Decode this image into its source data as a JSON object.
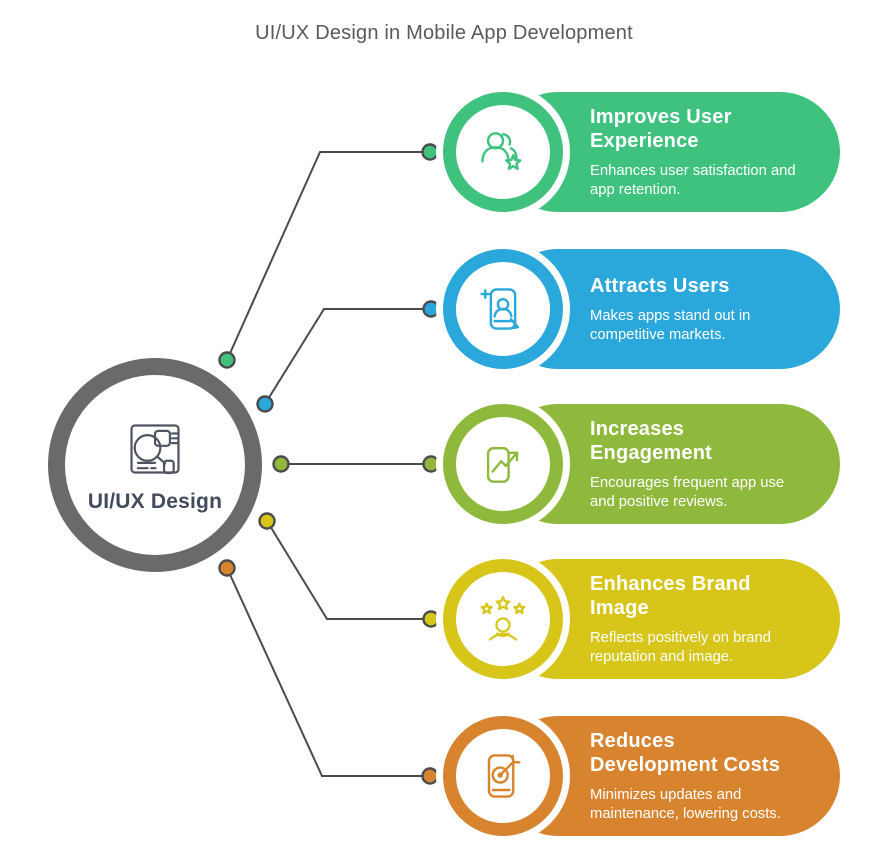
{
  "page": {
    "title": "UI/UX Design in Mobile App Development",
    "title_color": "#58595b",
    "background_color": "#ffffff"
  },
  "center": {
    "label": "UI/UX Design",
    "icon": "wireframe-design-icon",
    "ring_color": "#696a6c",
    "label_color": "#414b5c",
    "icon_color": "#4e5560"
  },
  "connectors": {
    "line_color": "#4b4b4d",
    "dot_stroke_color": "#4b4b4d"
  },
  "cards": [
    {
      "title": "Improves User Experience",
      "description": "Enhances user satisfaction and app retention.",
      "color": "#3fc27e",
      "icon": "users-star-icon",
      "text_color": "#ffffff"
    },
    {
      "title": "Attracts Users",
      "description": "Makes apps stand out in competitive markets.",
      "color": "#2aa7db",
      "icon": "phone-user-icon",
      "text_color": "#ffffff"
    },
    {
      "title": "Increases Engagement",
      "description": "Encourages frequent app use and positive reviews.",
      "color": "#8eb93d",
      "icon": "phone-growth-icon",
      "text_color": "#ffffff"
    },
    {
      "title": "Enhances Brand Image",
      "description": "Reflects positively on brand reputation and image.",
      "color": "#d7c51a",
      "icon": "stars-person-icon",
      "text_color": "#ffffff"
    },
    {
      "title": "Reduces Development Costs",
      "description": "Minimizes updates and maintenance, lowering costs.",
      "color": "#d8842f",
      "icon": "phone-target-icon",
      "text_color": "#ffffff"
    }
  ]
}
